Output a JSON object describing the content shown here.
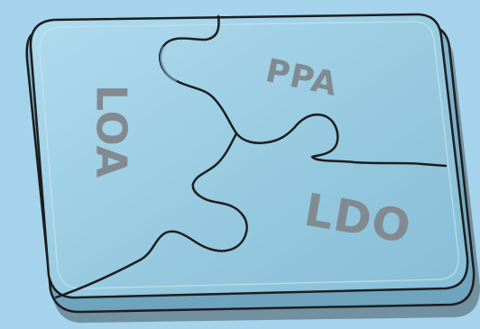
{
  "background_color": "#a5d3ec",
  "tile_color": "#8fc6dd",
  "tile_top_color": "#9ccfe4",
  "shadow_color": "#6a8796",
  "label_color": "#818a91",
  "pieces": [
    {
      "id": "loa",
      "label": "LOA"
    },
    {
      "id": "ppa",
      "label": "PPA"
    },
    {
      "id": "ldo",
      "label": "LDO"
    }
  ]
}
